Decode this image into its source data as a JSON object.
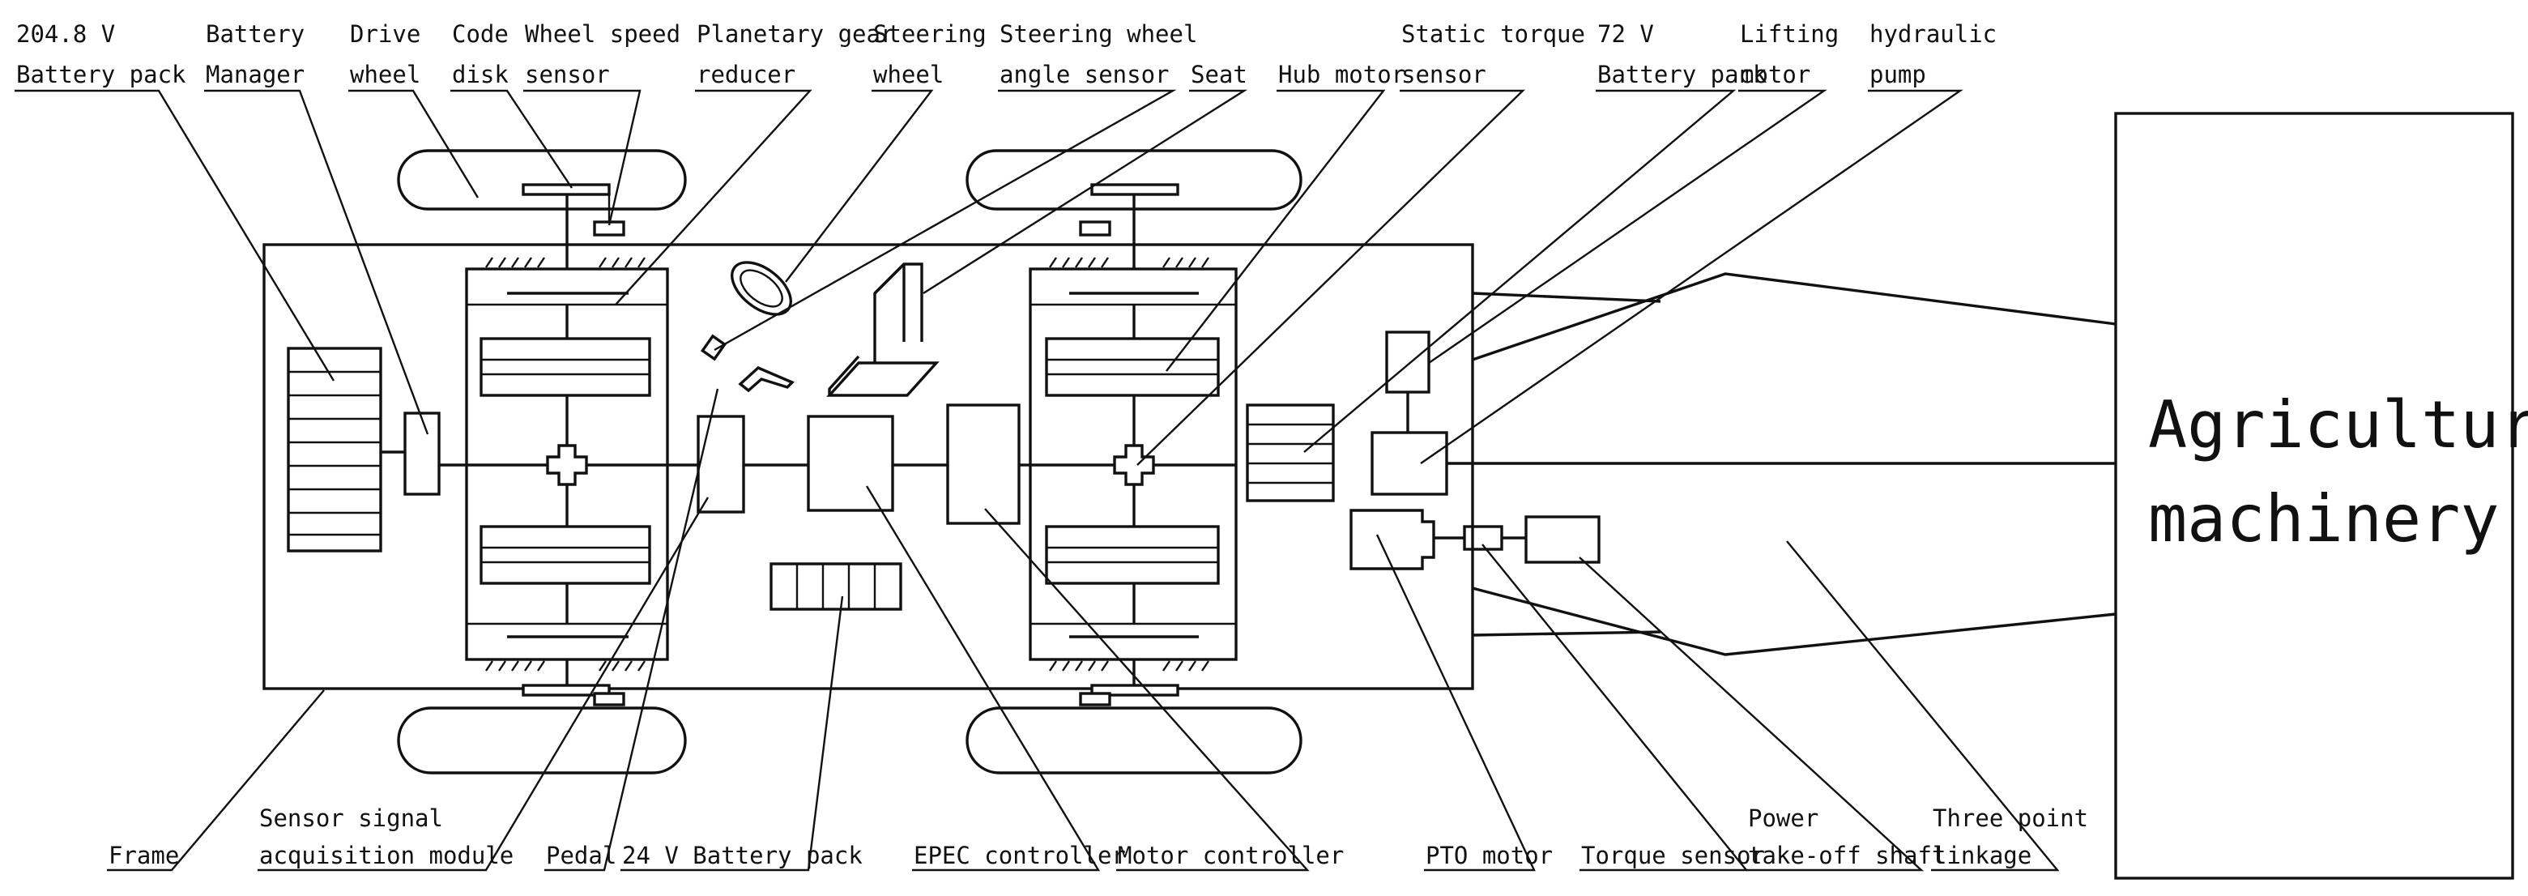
{
  "labels": {
    "battery_pack_204": [
      "204.8 V",
      "Battery pack"
    ],
    "battery_manager": [
      "Battery",
      "Manager"
    ],
    "drive_wheel": [
      "Drive",
      "wheel"
    ],
    "code_disk": [
      "Code",
      "disk"
    ],
    "wheel_speed_sensor": [
      "Wheel speed",
      "sensor"
    ],
    "planetary_gear_reducer": [
      "Planetary gear",
      "reducer"
    ],
    "steering_wheel": [
      "Steering",
      "wheel"
    ],
    "steering_wheel_angle_sensor": [
      "Steering wheel",
      "angle sensor"
    ],
    "seat": [
      "Seat"
    ],
    "hub_motor": [
      "Hub motor"
    ],
    "static_torque_sensor": [
      "Static torque",
      "sensor"
    ],
    "battery_pack_72": [
      "72 V",
      "Battery pack"
    ],
    "lifting_motor": [
      "Lifting",
      "motor"
    ],
    "hydraulic_pump": [
      "hydraulic",
      "pump"
    ],
    "frame": [
      "Frame"
    ],
    "sensor_signal_acquisition_module": [
      "Sensor signal",
      "acquisition module"
    ],
    "pedal": [
      "Pedal"
    ],
    "battery_pack_24": [
      "24 V Battery pack"
    ],
    "epec_controller": [
      "EPEC controller"
    ],
    "motor_controller": [
      "Motor controller"
    ],
    "pto_motor": [
      "PTO motor"
    ],
    "torque_sensor": [
      "Torque sensor"
    ],
    "power_take_off_shaft": [
      "Power",
      "take-off shaft"
    ],
    "three_point_linkage": [
      "Three point",
      "linkage"
    ]
  },
  "machinery": [
    "Agricultural",
    "machinery"
  ]
}
